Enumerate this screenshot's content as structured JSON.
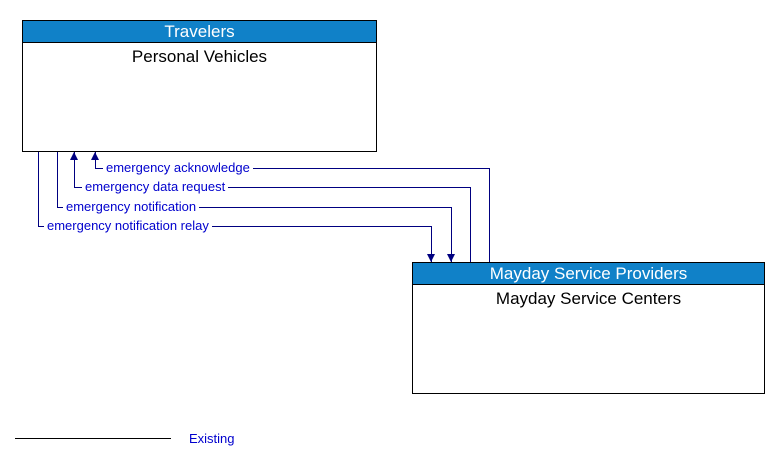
{
  "diagram": {
    "type": "architecture-interconnect",
    "top_box": {
      "header": "Travelers",
      "body": "Personal Vehicles"
    },
    "bottom_box": {
      "header": "Mayday Service Providers",
      "body": "Mayday Service Centers"
    },
    "flows": [
      {
        "label": "emergency acknowledge",
        "from": "Mayday Service Centers",
        "to": "Personal Vehicles"
      },
      {
        "label": "emergency data request",
        "from": "Mayday Service Centers",
        "to": "Personal Vehicles"
      },
      {
        "label": "emergency notification",
        "from": "Personal Vehicles",
        "to": "Mayday Service Centers"
      },
      {
        "label": "emergency notification relay",
        "from": "Personal Vehicles",
        "to": "Mayday Service Centers"
      }
    ],
    "legend": {
      "label": "Existing",
      "line_style": "solid"
    },
    "colors": {
      "header_bg": "#1081C8",
      "header_text": "#FFFFFF",
      "box_border": "#000000",
      "flow_line": "#000080",
      "flow_label_text": "#0000CD",
      "legend_line": "#000000"
    }
  }
}
